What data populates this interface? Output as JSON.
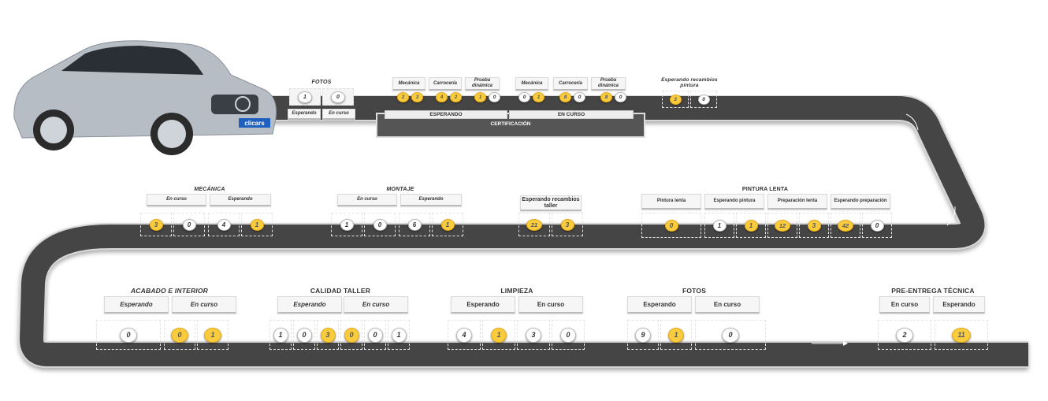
{
  "brand": {
    "logo_text": "clicars"
  },
  "top": {
    "fotos": {
      "title": "FOTOS",
      "values": [
        "1",
        "0"
      ],
      "labels": [
        "Esperando",
        "En curso"
      ]
    },
    "esperando": {
      "groups": [
        {
          "label": "Mecánica",
          "values": [
            "2",
            "3"
          ]
        },
        {
          "label": "Carrocería",
          "values": [
            "4",
            "2"
          ]
        },
        {
          "label": "Prueba dinámica",
          "values": [
            "1",
            "0"
          ]
        }
      ],
      "bar": "ESPERANDO"
    },
    "encurso": {
      "groups": [
        {
          "label": "Mecánica",
          "values": [
            "0",
            "1"
          ]
        },
        {
          "label": "Carrocería",
          "values": [
            "8",
            "0"
          ]
        },
        {
          "label": "Prueba dinámica",
          "values": [
            "8",
            "0"
          ]
        }
      ],
      "bar": "EN CURSO"
    },
    "certificacion": "CERTIFICACIÓN",
    "recambios": {
      "title": "Esperando recambios pintura",
      "values": [
        "3",
        "0"
      ]
    }
  },
  "middle": {
    "mecanica": {
      "title": "MECÁNICA",
      "subs": [
        "En curso",
        "Esperando"
      ],
      "values": [
        "3",
        "0",
        "4",
        "1"
      ]
    },
    "montaje": {
      "title": "MONTAJE",
      "subs": [
        "En curso",
        "Esperando"
      ],
      "values": [
        "1",
        "0",
        "6",
        "1"
      ]
    },
    "recambios_taller": {
      "title": "Esperando recambios taller",
      "values": [
        "21",
        "3"
      ]
    },
    "pintura": {
      "title": "PINTURA LENTA",
      "subs": [
        "Pintura lenta",
        "Esperando pintura",
        "Preparación lenta",
        "Esperando preparación"
      ],
      "values": [
        "0",
        "1",
        "1",
        "12",
        "3",
        "42",
        "0"
      ]
    }
  },
  "bottom": {
    "acabado": {
      "title": "ACABADO E INTERIOR",
      "subs": [
        "Esperando",
        "En curso"
      ],
      "values": [
        "0",
        "0",
        "1"
      ]
    },
    "calidad": {
      "title": "CALIDAD TALLER",
      "subs": [
        "Esperando",
        "En curso"
      ],
      "values": [
        "1",
        "0",
        "3",
        "0",
        "0",
        "1"
      ]
    },
    "limpieza": {
      "title": "LIMPIEZA",
      "subs": [
        "Esperando",
        "En curso"
      ],
      "values": [
        "4",
        "1",
        "3",
        "0"
      ]
    },
    "fotos": {
      "title": "FOTOS",
      "subs": [
        "Esperando",
        "En curso"
      ],
      "values": [
        "9",
        "1",
        "0"
      ]
    },
    "preentrega": {
      "title": "PRE-ENTREGA TÉCNICA",
      "subs": [
        "En curso",
        "Esperando"
      ],
      "values": [
        "2",
        "11"
      ]
    }
  }
}
